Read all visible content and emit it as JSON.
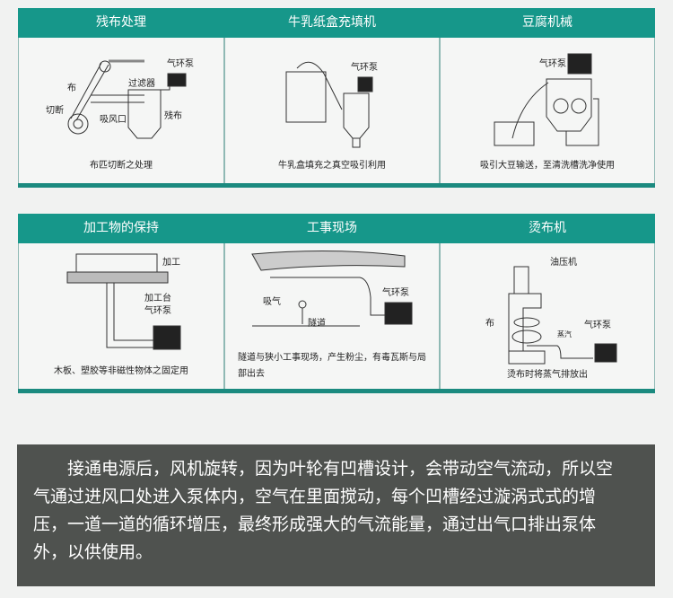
{
  "panels": [
    {
      "title": "残布处理",
      "labels": [
        "气环泵",
        "过滤器",
        "布",
        "切断",
        "吸风口",
        "残布"
      ],
      "caption": "布匹切断之处理"
    },
    {
      "title": "牛乳纸盒充填机",
      "labels": [
        "气环泵"
      ],
      "caption": "牛乳盒填充之真空吸引利用"
    },
    {
      "title": "豆腐机械",
      "labels": [
        "气环泵"
      ],
      "caption": "吸引大豆输送，至清洗槽洗净使用"
    },
    {
      "title": "加工物的保持",
      "labels": [
        "加工",
        "加工台",
        "气环泵"
      ],
      "caption": "木板、塑胶等非磁性物体之固定用"
    },
    {
      "title": "工事现场",
      "labels": [
        "吸气",
        "隧道",
        "气环泵"
      ],
      "caption": "隧道与狭小工事现场，产生粉尘，有毒瓦斯与局部出去"
    },
    {
      "title": "烫布机",
      "labels": [
        "油压机",
        "布",
        "蒸汽",
        "气环泵"
      ],
      "caption": "烫布时将蒸气排放出"
    }
  ],
  "description": "接通电源后，风机旋转，因为叶轮有凹槽设计，会带动空气流动，所以空气通过进风口处进入泵体内，空气在里面搅动，每个凹槽经过漩涡式式的增压，一道一道的循环增压，最终形成强大的气流能量，通过出气口排出泵体外，以供使用。"
}
